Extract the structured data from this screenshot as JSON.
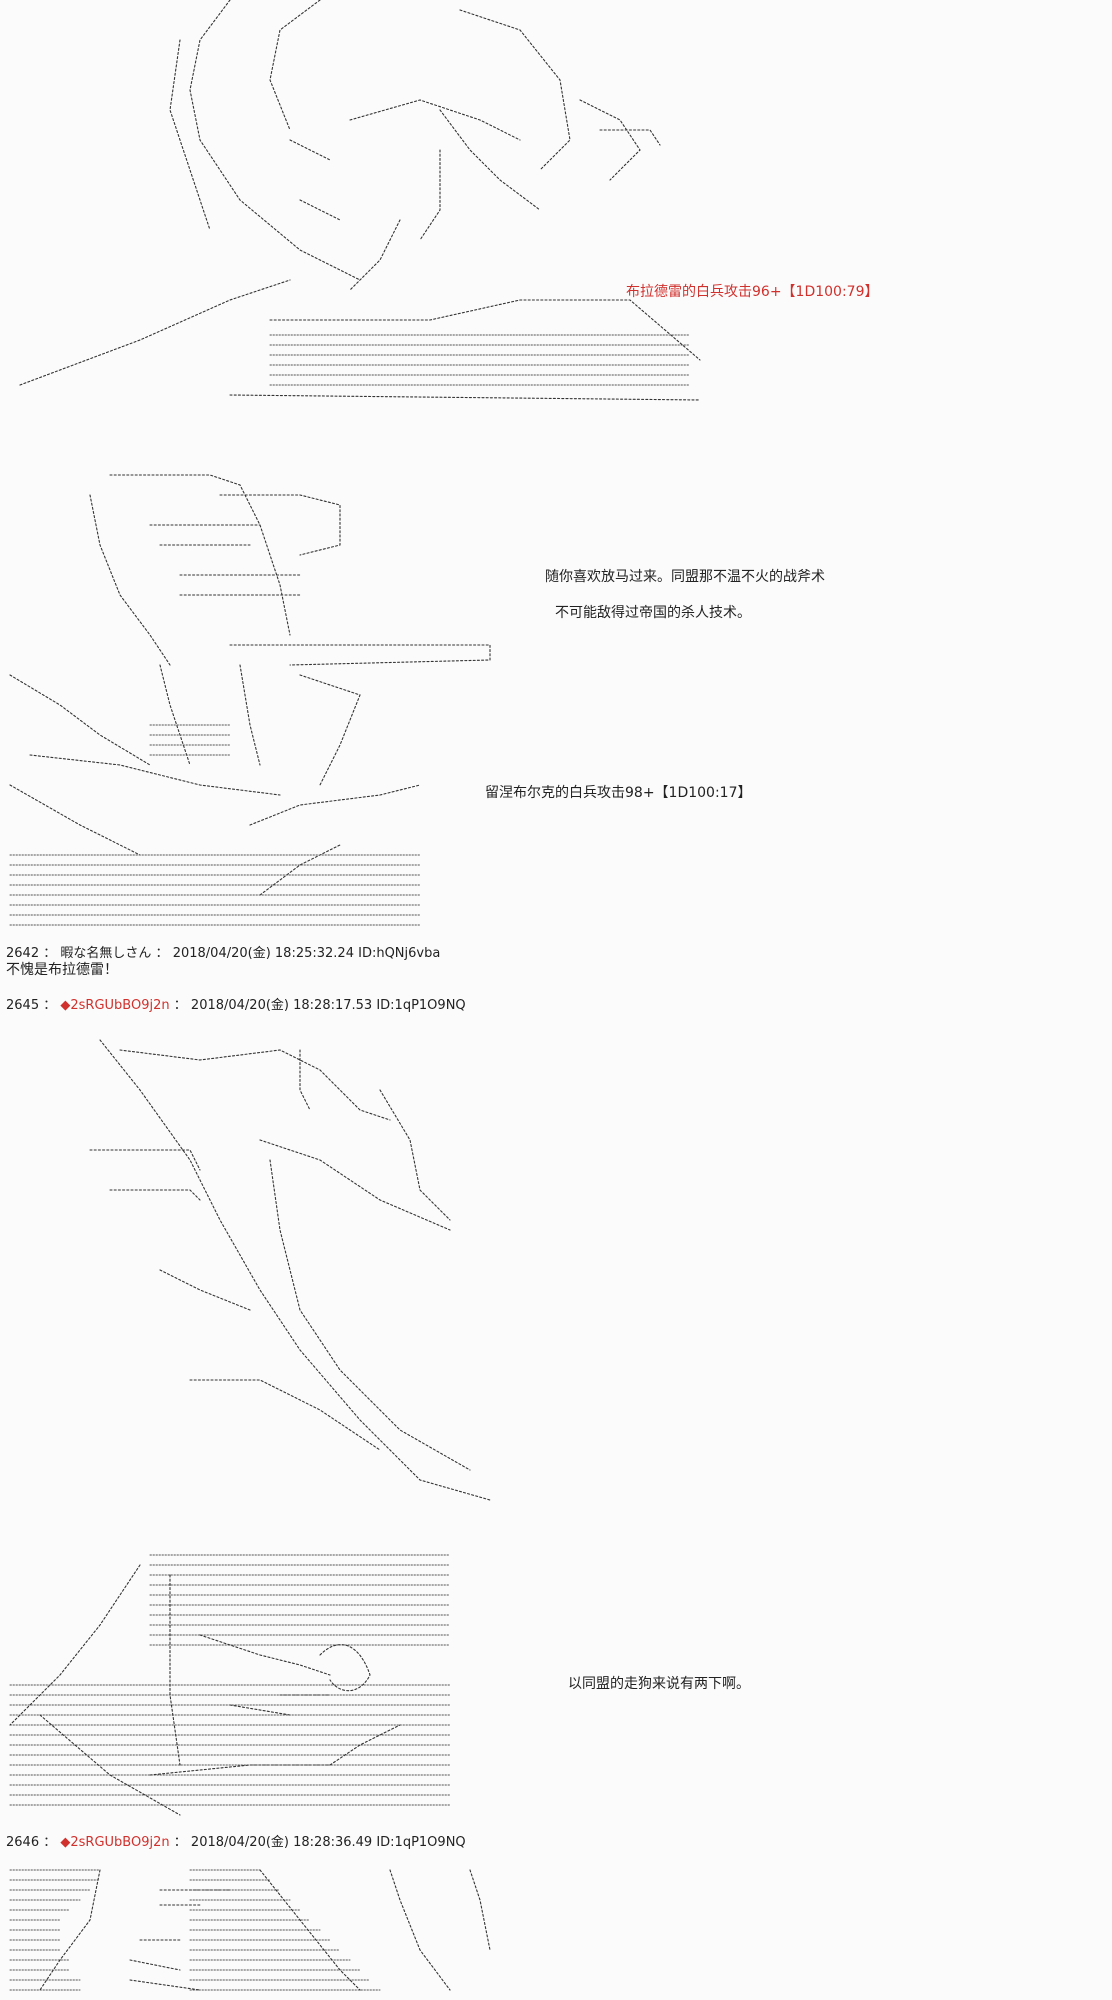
{
  "panel1": {
    "caption": "布拉德雷的白兵攻击96+【1D100:79】"
  },
  "panel2": {
    "caption_line1": "随你喜欢放马过来。同盟那不温不火的战斧术",
    "caption_line2": "不可能敌得过帝国的杀人技术。",
    "roll": "留涅布尔克的白兵攻击98+【1D100:17】"
  },
  "post_2642": {
    "number": "2642",
    "name": "暇な名無しさん",
    "date": "2018/04/20(金) 18:25:32.24",
    "id": "ID:hQNj6vba",
    "body": "不愧是布拉德雷！"
  },
  "post_2645": {
    "number": "2645",
    "trip": "◆2sRGUbBO9j2n",
    "date": "2018/04/20(金) 18:28:17.53",
    "id": "ID:1qP1O9NQ"
  },
  "panel4": {
    "caption": "以同盟的走狗来说有两下啊。"
  },
  "post_2646": {
    "number": "2646",
    "trip": "◆2sRGUbBO9j2n",
    "date": "2018/04/20(金) 18:28:36.49",
    "id": "ID:1qP1O9NQ"
  },
  "colors": {
    "roll_red": "#d0312d",
    "background": "#fbfbfb",
    "text": "#222222"
  }
}
